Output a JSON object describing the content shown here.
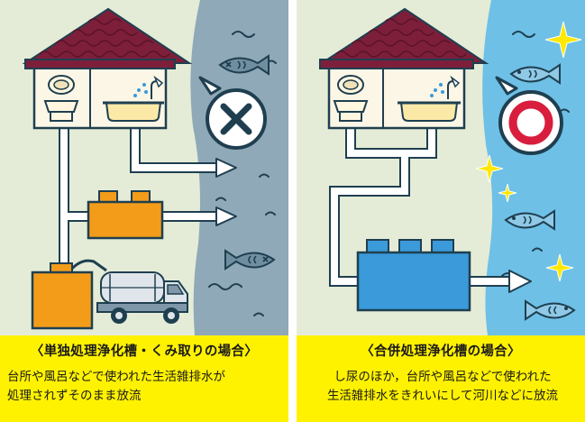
{
  "colors": {
    "background": "#e4ecd7",
    "river_polluted": "#8fa9b8",
    "river_clean": "#6ec0e6",
    "roof": "#7d1f3a",
    "septic_tank_single": "#f39c1a",
    "septic_tank_combined": "#3b9ad9",
    "caption_bg": "#fff200",
    "bad_mark": "#1f3f50",
    "good_mark": "#d81e3c",
    "sparkle": "#ffe800"
  },
  "icons": {
    "left": [
      "house-icon",
      "toilet-icon",
      "bathtub-icon",
      "shower-icon",
      "septic-tank-icon",
      "vacuum-truck-icon",
      "dead-fish-icon",
      "cross-mark-icon",
      "arrow-icon"
    ],
    "right": [
      "house-icon",
      "toilet-icon",
      "bathtub-icon",
      "shower-icon",
      "septic-tank-icon",
      "healthy-fish-icon",
      "circle-mark-icon",
      "sparkle-icon",
      "arrow-icon"
    ]
  },
  "left_panel": {
    "title": "〈単独処理浄化槽・くみ取りの場合〉",
    "lines": [
      "台所や風呂などで使われた生活雑排水が",
      "処理されずそのまま放流"
    ]
  },
  "right_panel": {
    "title": "〈合併処理浄化槽の場合〉",
    "lines": [
      "し尿のほか，台所や風呂などで使われた",
      "生活雑排水をきれいにして河川などに放流"
    ]
  }
}
